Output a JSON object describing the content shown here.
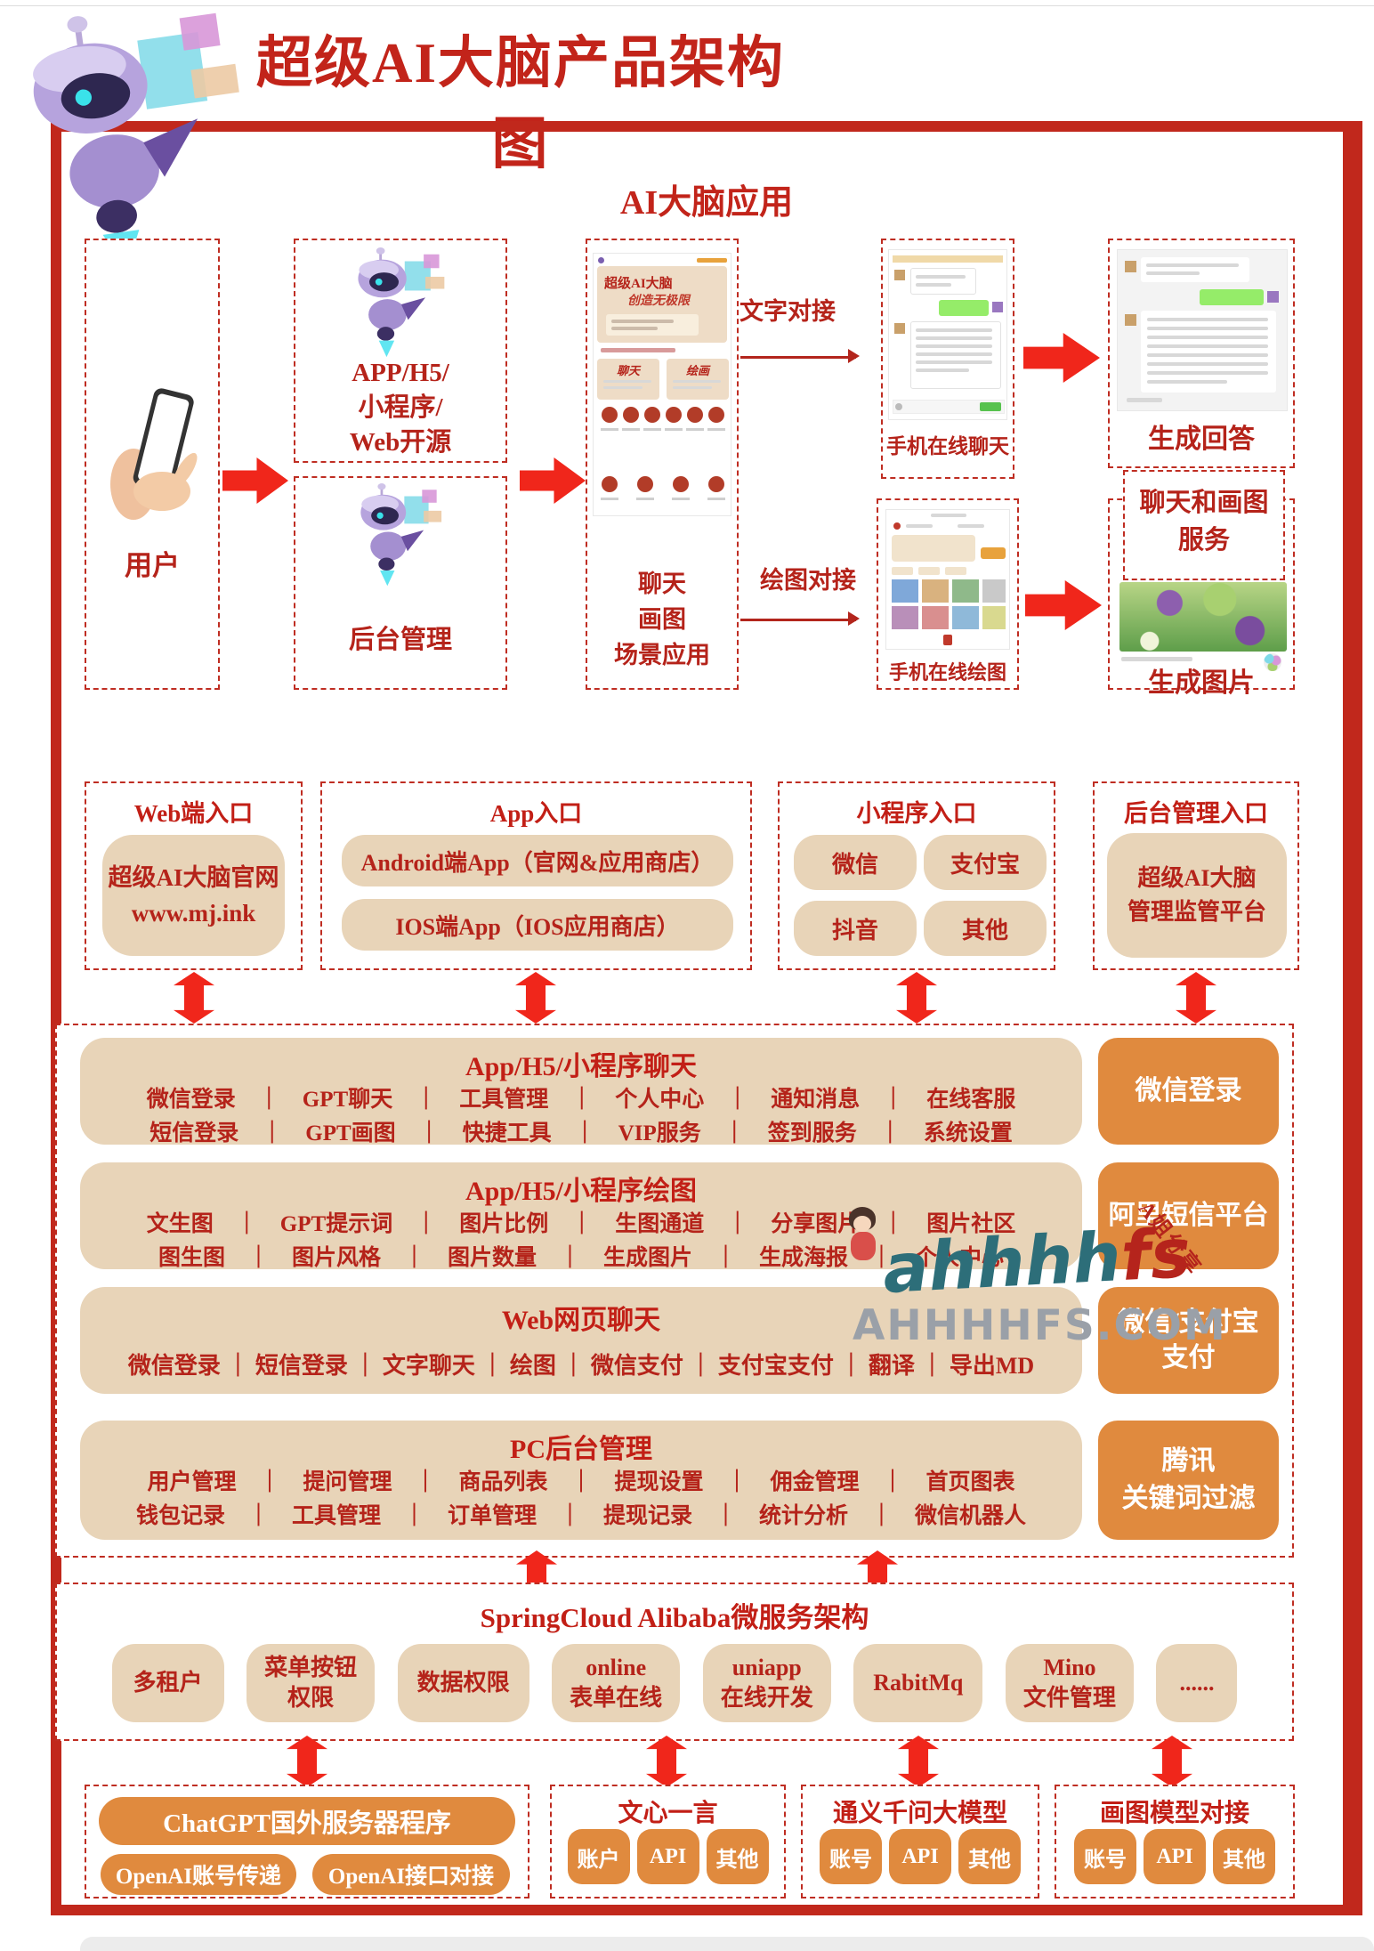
{
  "page": {
    "title": "超级AI大脑产品架构图",
    "section_title": "AI大脑应用",
    "watermark": {
      "logo_left": "ahhhh",
      "logo_right": "fs",
      "domain": "AHHHHFS.COM",
      "badge": "A姐分享"
    }
  },
  "flow": {
    "user_label": "用户",
    "client_lines": [
      "APP/H5/",
      "小程序/",
      "Web开源"
    ],
    "admin_label": "后台管理",
    "app_screen": {
      "title": "超级AI大脑",
      "slogan": "创造无极限",
      "card1": "聊天",
      "card2": "绘画"
    },
    "scene_lines": [
      "聊天",
      "画图",
      "场景应用"
    ],
    "text_dock": "文字对接",
    "draw_dock": "绘图对接",
    "phone_chat": "手机在线聊天",
    "gen_answer": "生成回答",
    "service_lines": [
      "聊天和画图",
      "服务"
    ],
    "phone_draw": "手机在线绘图",
    "gen_image": "生成图片"
  },
  "entries": {
    "web": {
      "title": "Web端入口",
      "line1": "超级AI大脑官网",
      "line2": "www.mj.ink"
    },
    "app": {
      "title": "App入口",
      "android": "Android端App（官网&应用商店）",
      "ios": "IOS端App（IOS应用商店）"
    },
    "mini": {
      "title": "小程序入口",
      "items": [
        "微信",
        "支付宝",
        "抖音",
        "其他"
      ]
    },
    "admin": {
      "title": "后台管理入口",
      "line1": "超级AI大脑",
      "line2": "管理监管平台"
    }
  },
  "features": {
    "rows": [
      {
        "title": "App/H5/小程序聊天",
        "line1": [
          "微信登录",
          "GPT聊天",
          "工具管理",
          "个人中心",
          "通知消息",
          "在线客服"
        ],
        "line2": [
          "短信登录",
          "GPT画图",
          "快捷工具",
          "VIP服务",
          "签到服务",
          "系统设置"
        ],
        "side": [
          "微信登录"
        ]
      },
      {
        "title": "App/H5/小程序绘图",
        "line1": [
          "文生图",
          "GPT提示词",
          "图片比例",
          "生图通道",
          "分享图片",
          "图片社区"
        ],
        "line2": [
          "图生图",
          "图片风格",
          "图片数量",
          "生成图片",
          "生成海报",
          "个人中心"
        ],
        "side": [
          "阿里短信平台"
        ]
      },
      {
        "title": "Web网页聊天",
        "line1": [
          "微信登录",
          "短信登录",
          "文字聊天",
          "绘图",
          "微信支付",
          "支付宝支付",
          "翻译",
          "导出MD"
        ],
        "side": [
          "微信/支付宝",
          "支付"
        ]
      },
      {
        "title": "PC后台管理",
        "line1": [
          "用户管理",
          "提问管理",
          "商品列表",
          "提现设置",
          "佣金管理",
          "首页图表"
        ],
        "line2": [
          "钱包记录",
          "工具管理",
          "订单管理",
          "提现记录",
          "统计分析",
          "微信机器人"
        ],
        "side": [
          "腾讯",
          "关键词过滤"
        ]
      }
    ]
  },
  "spring": {
    "title": "SpringCloud Alibaba微服务架构",
    "items": [
      [
        "多租户"
      ],
      [
        "菜单按钮",
        "权限"
      ],
      [
        "数据权限"
      ],
      [
        "online",
        "表单在线"
      ],
      [
        "uniapp",
        "在线开发"
      ],
      [
        "RabitMq"
      ],
      [
        "Mino",
        "文件管理"
      ],
      [
        "......"
      ]
    ]
  },
  "bottom": {
    "chatgpt": {
      "title": "ChatGPT国外服务器程序",
      "item1": "OpenAI账号传递",
      "item2": "OpenAI接口对接"
    },
    "wenxin": {
      "title": "文心一言",
      "items": [
        "账户",
        "API",
        "其他"
      ]
    },
    "tongyi": {
      "title": "通义千问大模型",
      "items": [
        "账号",
        "API",
        "其他"
      ]
    },
    "draw": {
      "title": "画图模型对接",
      "items": [
        "账号",
        "API",
        "其他"
      ]
    }
  }
}
